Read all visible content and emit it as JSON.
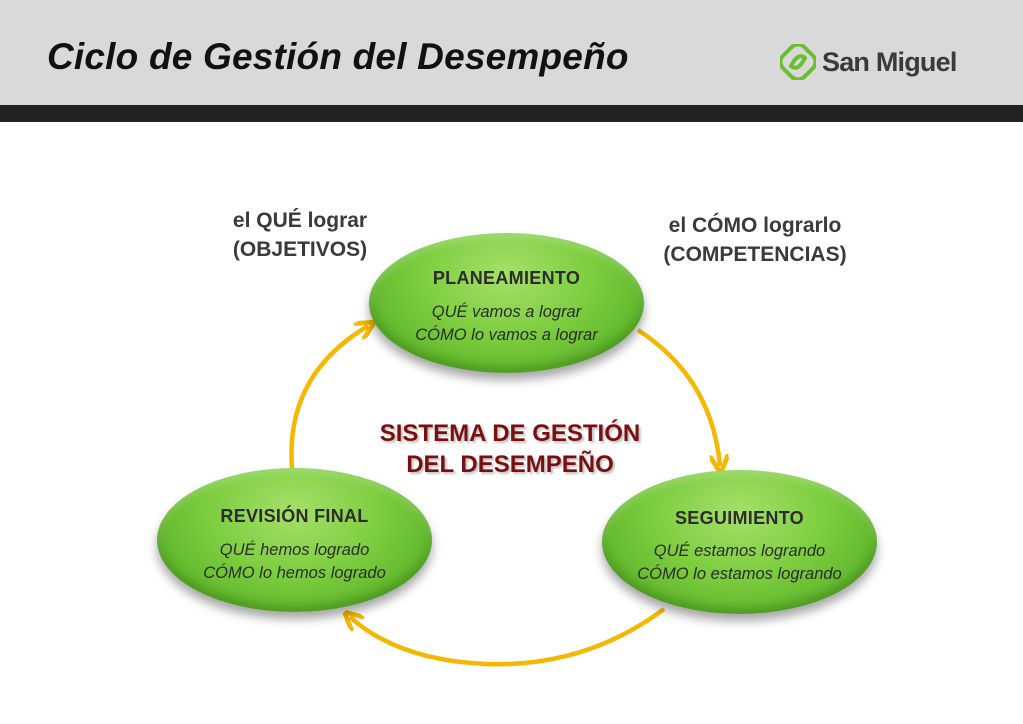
{
  "header": {
    "title": "Ciclo de Gestión del Desempeño",
    "logo_text": "San Miguel",
    "logo_icon": "san-miguel-logo-icon"
  },
  "labels": {
    "left_line1": "el QUÉ lograr",
    "left_line2": "(OBJETIVOS)",
    "right_line1": "el CÓMO lograrlo",
    "right_line2": "(COMPETENCIAS)"
  },
  "center": {
    "line1": "SISTEMA DE GESTIÓN",
    "line2": "DEL DESEMPEÑO"
  },
  "nodes": {
    "planning": {
      "title": "PLANEAMIENTO",
      "line1": "QUÉ vamos a lograr",
      "line2": "CÓMO lo vamos a lograr"
    },
    "follow_up": {
      "title": "SEGUIMIENTO",
      "line1": "QUÉ estamos logrando",
      "line2": "CÓMO lo estamos logrando"
    },
    "final_review": {
      "title": "REVISIÓN FINAL",
      "line1": "QUÉ hemos logrado",
      "line2": "CÓMO lo hemos logrado"
    }
  },
  "colors": {
    "header_bg": "#d9d9d9",
    "header_bar": "#222222",
    "node_green": "#7ccd3e",
    "arrow": "#f5b800",
    "center_text": "#7a0f0f",
    "logo_green": "#6abf2f"
  }
}
